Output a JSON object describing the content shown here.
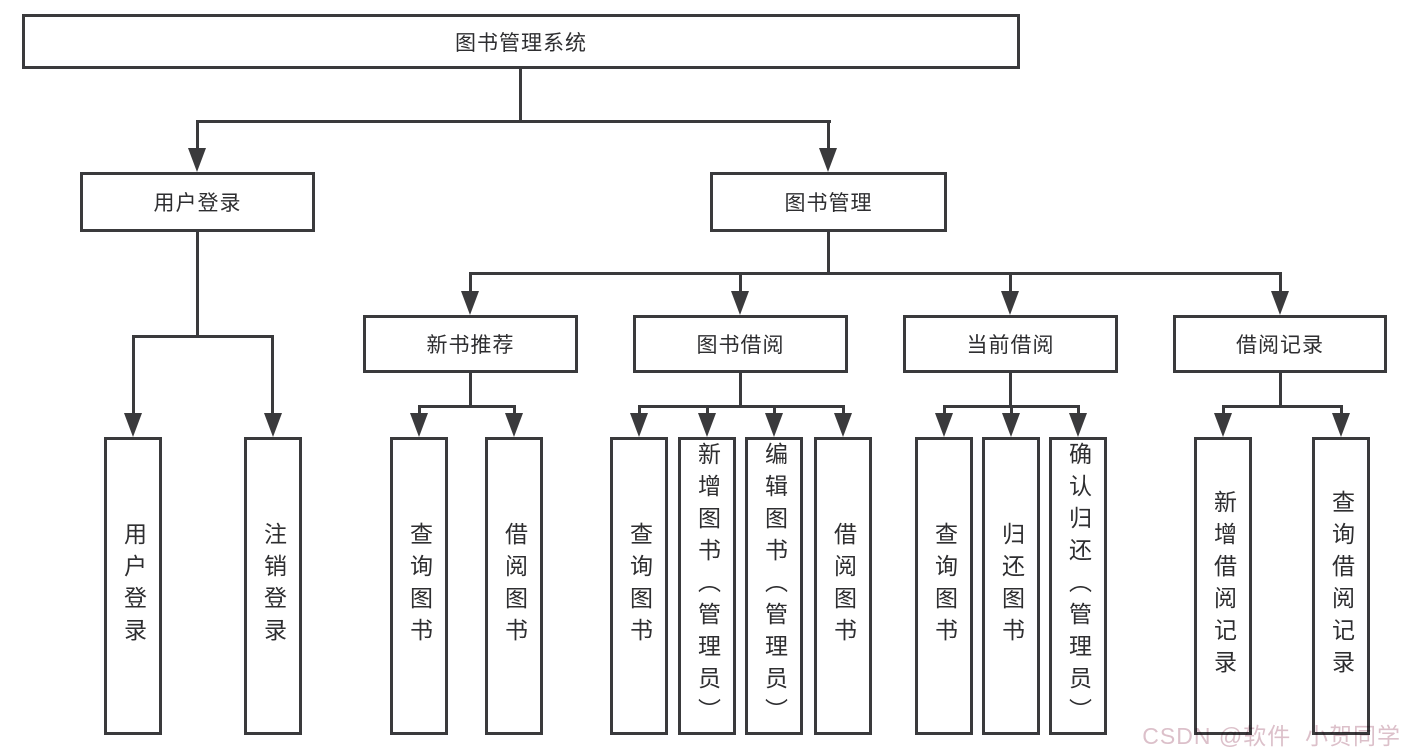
{
  "diagram": {
    "root": {
      "label": "图书管理系统"
    },
    "branches": [
      {
        "label": "用户登录",
        "children": [
          {
            "label": "用户登录"
          },
          {
            "label": "注销登录"
          }
        ]
      },
      {
        "label": "图书管理",
        "children": [
          {
            "label": "新书推荐",
            "children": [
              {
                "label": "查询图书"
              },
              {
                "label": "借阅图书"
              }
            ]
          },
          {
            "label": "图书借阅",
            "children": [
              {
                "label": "查询图书"
              },
              {
                "label": "新增图书（管理员）"
              },
              {
                "label": "编辑图书（管理员）"
              },
              {
                "label": "借阅图书"
              }
            ]
          },
          {
            "label": "当前借阅",
            "children": [
              {
                "label": "查询图书"
              },
              {
                "label": "归还图书"
              },
              {
                "label": "确认归还（管理员）"
              }
            ]
          },
          {
            "label": "借阅记录",
            "children": [
              {
                "label": "新增借阅记录"
              },
              {
                "label": "查询借阅记录"
              }
            ]
          }
        ]
      }
    ]
  },
  "colors": {
    "line": "#3a3a3c",
    "text": "#2e2e30",
    "background": "#ffffff",
    "watermark": "#dcc0ca"
  },
  "watermark": {
    "text": "CSDN @软件_小贺同学"
  }
}
